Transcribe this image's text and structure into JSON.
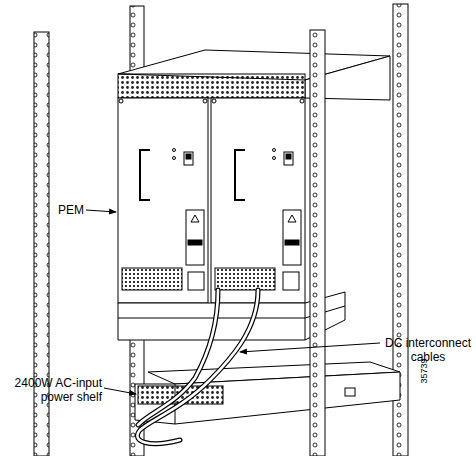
{
  "diagram": {
    "labels": [
      "PEM",
      "DC interconnect cables",
      "2400W AC-input power shelf",
      "35739"
    ]
  }
}
